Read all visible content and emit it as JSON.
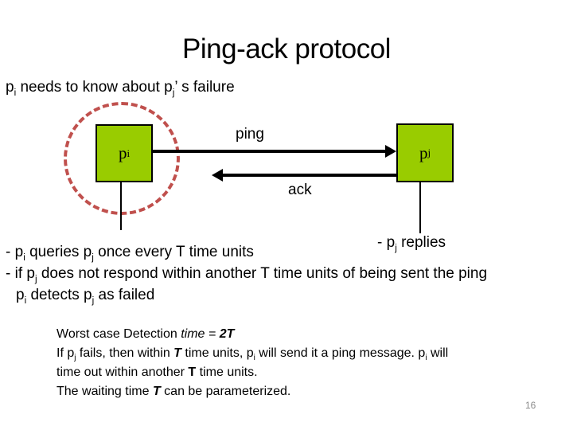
{
  "title": "Ping-ack protocol",
  "page_number": "16",
  "subtitle": {
    "r0": "p",
    "r1": "i",
    "r2": " needs to know about p",
    "r3": "j",
    "r4": "’ s failure"
  },
  "diagram": {
    "pi": {
      "r0": "p",
      "r1": "i"
    },
    "pj": {
      "r0": "p",
      "r1": "j"
    },
    "ping_label": "ping",
    "ack_label": "ack",
    "colors": {
      "node_fill": "#99CC00",
      "node_border": "#000000",
      "circle_dash": "#C0504D",
      "arrow": "#000000"
    }
  },
  "bullets": {
    "replies": {
      "r0": "- p",
      "r1": "j",
      "r2": " replies"
    },
    "queries": {
      "r0": "- p",
      "r1": "i",
      "r2": " queries p",
      "r3": "j",
      "r4": " once every T time units"
    },
    "timeout1": {
      "r0": "- if p",
      "r1": "j",
      "r2": " does not respond within another T time units of being sent the ping"
    },
    "timeout2": {
      "r0": "p",
      "r1": "i",
      "r2": " detects p",
      "r3": "j",
      "r4": " as failed"
    }
  },
  "note": {
    "line1": {
      "r0": "Worst case Detection ",
      "r1": "time = ",
      "r2": "2T"
    },
    "line2": {
      "r0": "If p",
      "r1": "j",
      "r2": " fails, then within ",
      "r3": "T",
      "r4": " time units, p",
      "r5": "i",
      "r6": " will send it a ping message. p",
      "r7": "i",
      "r8": " will"
    },
    "line3": {
      "r0": "time out within another ",
      "r1": "T",
      "r2": " time units."
    },
    "line4": {
      "r0": "The waiting time ",
      "r1": "T",
      "r2": " can be parameterized."
    }
  }
}
